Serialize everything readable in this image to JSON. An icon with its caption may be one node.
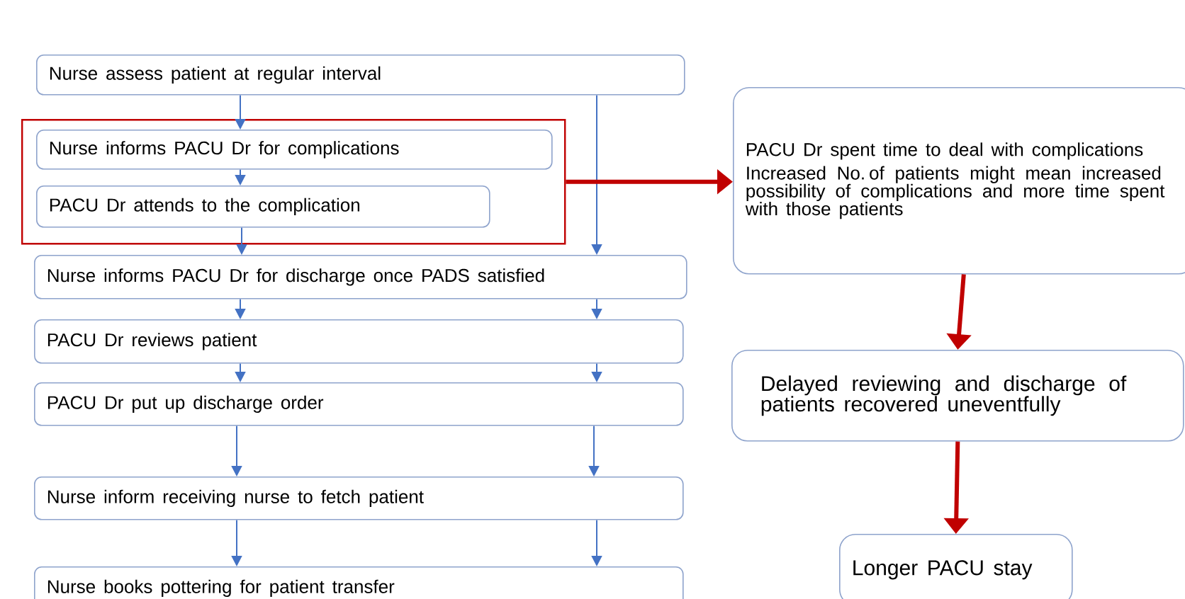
{
  "diagram": {
    "nodes": [
      {
        "text": [
          "Nurse assess patient at regular interval"
        ]
      },
      {
        "text": [],
        "shape": "box"
      },
      {
        "text": [
          "Nurse informs PACU Dr for complications"
        ],
        "in": 1
      },
      {
        "text": [
          "PACU Dr attends to the complication"
        ],
        "in": 1
      },
      {
        "text": [
          "Nurse informs PACU Dr for discharge once PADS satisfied"
        ]
      },
      {
        "text": [
          "PACU Dr reviews patient"
        ]
      },
      {
        "text": [
          "PACU Dr put up discharge order"
        ]
      },
      {
        "text": [
          "Nurse inform receiving nurse to fetch patient"
        ]
      },
      {
        "text": [
          "Nurse books pottering for patient transfer"
        ]
      },
      {
        "text": [
          "PACU Dr spent time to deal with complications",
          "Increased No. of patients might mean increased possibility of complications and more time spent with those patients"
        ]
      },
      {
        "text": [
          "Delayed reviewing and discharge of patients recovered uneventfully"
        ]
      },
      {
        "text": [
          "Longer PACU stay"
        ]
      }
    ],
    "edges": [
      {
        "from": 0,
        "to": 2,
        "arrow": "to"
      },
      {
        "from": 0,
        "to": 4,
        "arrow": "to"
      },
      {
        "from": 2,
        "to": 3,
        "arrow": "to"
      },
      {
        "from": 3,
        "to": 4,
        "arrow": "to"
      },
      {
        "from": 4,
        "to": 5,
        "arrow": "to"
      },
      {
        "from": 4,
        "to": 5,
        "arrow": "to"
      },
      {
        "from": 5,
        "to": 6,
        "arrow": "to"
      },
      {
        "from": 5,
        "to": 6,
        "arrow": "to"
      },
      {
        "from": 6,
        "to": 7,
        "arrow": "to"
      },
      {
        "from": 6,
        "to": 7,
        "arrow": "to"
      },
      {
        "from": 7,
        "to": 8,
        "arrow": "to"
      },
      {
        "from": 7,
        "to": 8,
        "arrow": "to"
      },
      {
        "from": 1,
        "to": 9,
        "arrow": "to",
        "style": "thick",
        "color": "#c00000"
      },
      {
        "from": 9,
        "to": 10,
        "arrow": "to",
        "style": "thick",
        "color": "#c00000"
      },
      {
        "from": 10,
        "to": 11,
        "arrow": "to",
        "style": "thick",
        "color": "#c00000"
      }
    ]
  }
}
